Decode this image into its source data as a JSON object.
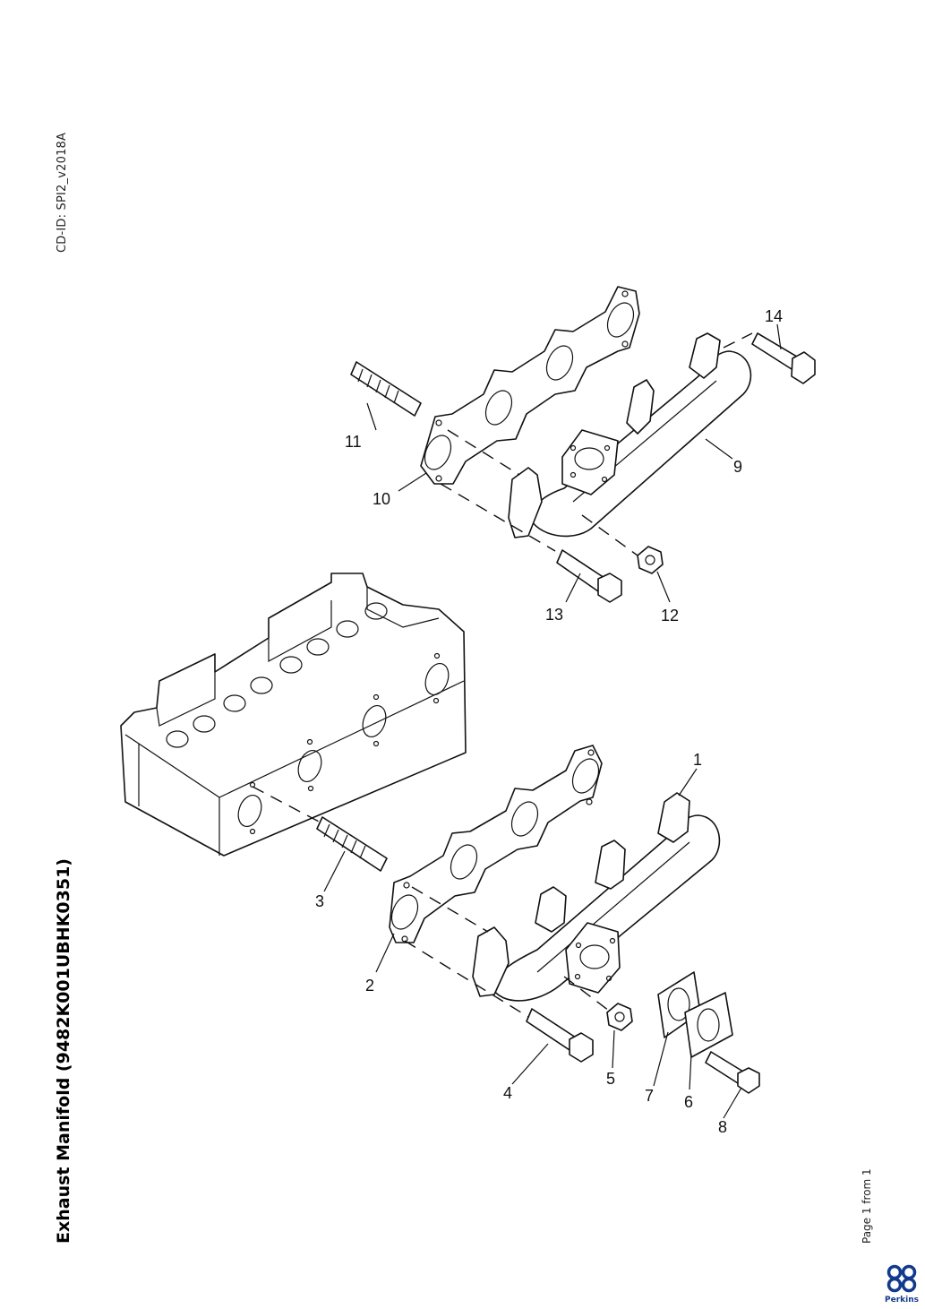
{
  "page": {
    "cd_id": "CD-ID: SPI2_v2018A",
    "title": "Exhaust Manifold (9482K001UBHK0351)",
    "page_number": "Page 1 from 1",
    "logo_text": "Perkins"
  },
  "callouts": {
    "c1": "1",
    "c2": "2",
    "c3": "3",
    "c4": "4",
    "c5": "5",
    "c6": "6",
    "c7": "7",
    "c8": "8",
    "c9": "9",
    "c10": "10",
    "c11": "11",
    "c12": "12",
    "c13": "13",
    "c14": "14"
  },
  "colors": {
    "line": "#111111",
    "logo": "#123a8c"
  }
}
